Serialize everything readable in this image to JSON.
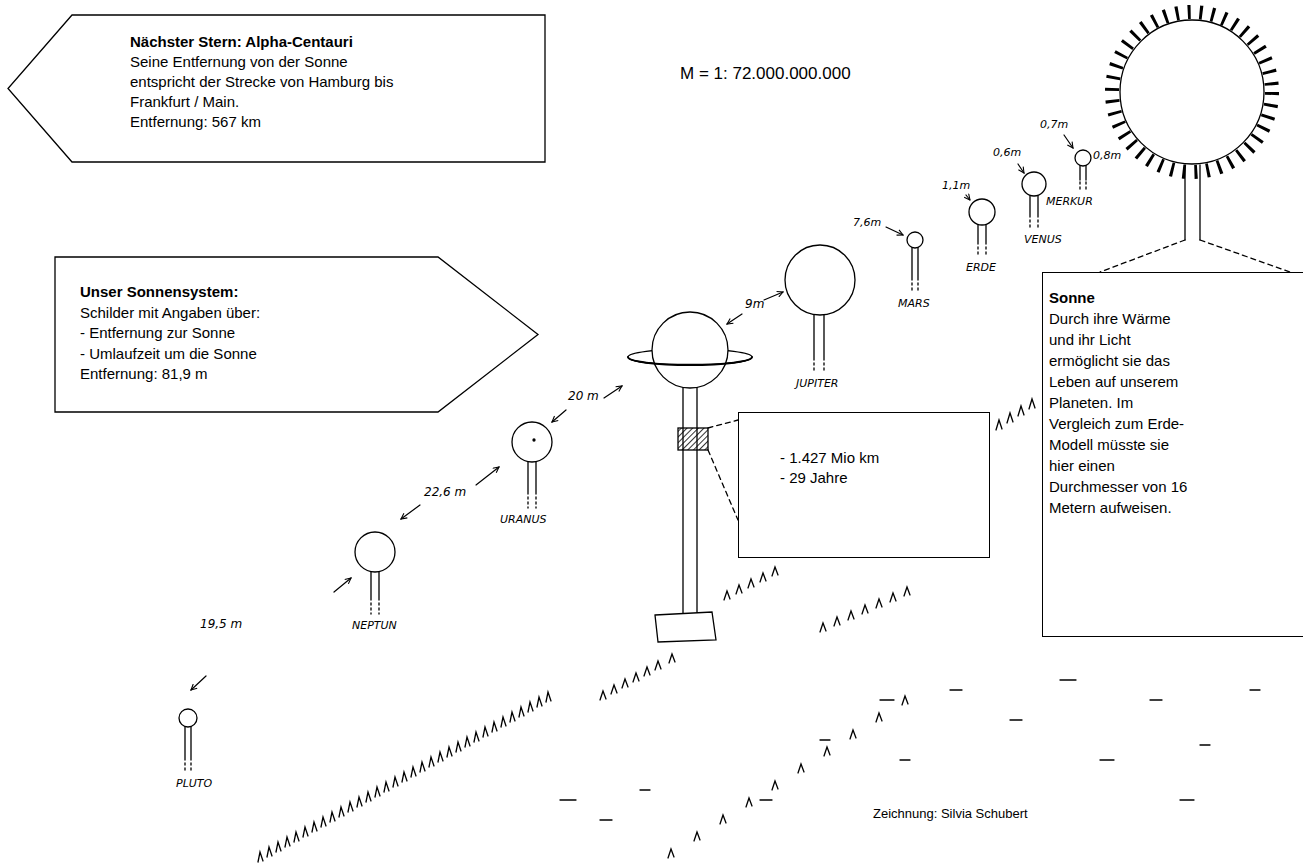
{
  "diagram": {
    "caption": "Zeichnung: Silvia Schubert",
    "nodes": [
      {
        "text": [
          "Nächster Stern: Alpha-Centauri",
          "Seine Entfernung von der Sonne entspricht der Strecke von Hamburg bis Frankfurt / Main.",
          "Entfernung: 567 km"
        ]
      },
      {
        "text": [
          "Unser Sonnensystem:",
          "Schilder mit Angaben über:",
          "- Entfernung zur Sonne",
          "- Umlaufzeit um die Sonne",
          "Entfernung: 81,9 m"
        ]
      },
      {
        "text": [
          "- 1.427 Mio km",
          "- 29 Jahre"
        ]
      },
      {
        "text": [
          "Sonne",
          "Durch ihre Wärme und ihr Licht ermöglicht sie das Leben auf unserem Planeten. Im Vergleich zum Erde-Modell müsste sie hier einen Durchmesser von 16 Metern aufweisen."
        ]
      }
    ],
    "labels": [
      "M = 1: 72.000.000.000",
      "0,8m",
      "MERKUR",
      "0,7m",
      "VENUS",
      "0,6m",
      "ERDE",
      "1,1m",
      "MARS",
      "7,6m",
      "JUPITER",
      "9m",
      "20 m",
      "URANUS",
      "22,6 m",
      "NEPTUN",
      "19,5 m",
      "PLUTO"
    ]
  }
}
